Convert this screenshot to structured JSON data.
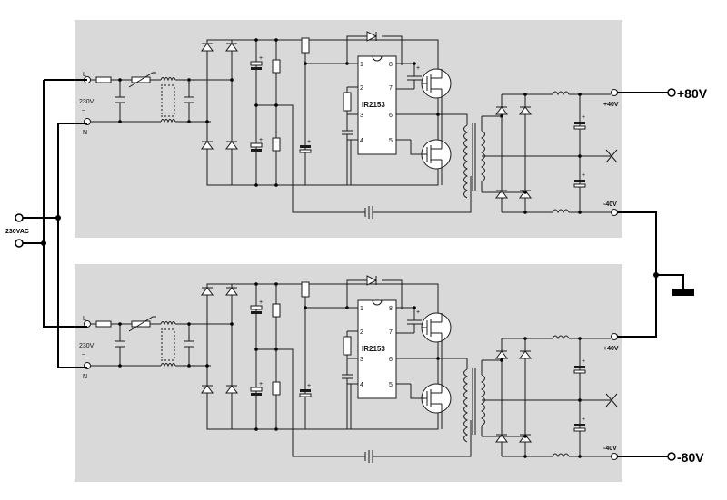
{
  "modules": [
    {
      "terminal_l": "L",
      "terminal_n": "N",
      "input_label": "230V",
      "ac_symbol": "~",
      "chip_name": "IR2153",
      "pins": [
        "1",
        "2",
        "3",
        "4",
        "5",
        "6",
        "7",
        "8"
      ],
      "pos_rail": "+40V",
      "neg_rail": "-40V"
    },
    {
      "terminal_l": "L",
      "terminal_n": "N",
      "input_label": "230V",
      "ac_symbol": "~",
      "chip_name": "IR2153",
      "pins": [
        "1",
        "2",
        "3",
        "4",
        "5",
        "6",
        "7",
        "8"
      ],
      "pos_rail": "+40V",
      "neg_rail": "-40V"
    }
  ],
  "mains_input": "230VAC",
  "output_pos": "+80V",
  "output_neg": "-80V",
  "colors": {
    "panel": "#d9d9d9",
    "wire": "#1a1a1a",
    "background": "#ffffff"
  }
}
